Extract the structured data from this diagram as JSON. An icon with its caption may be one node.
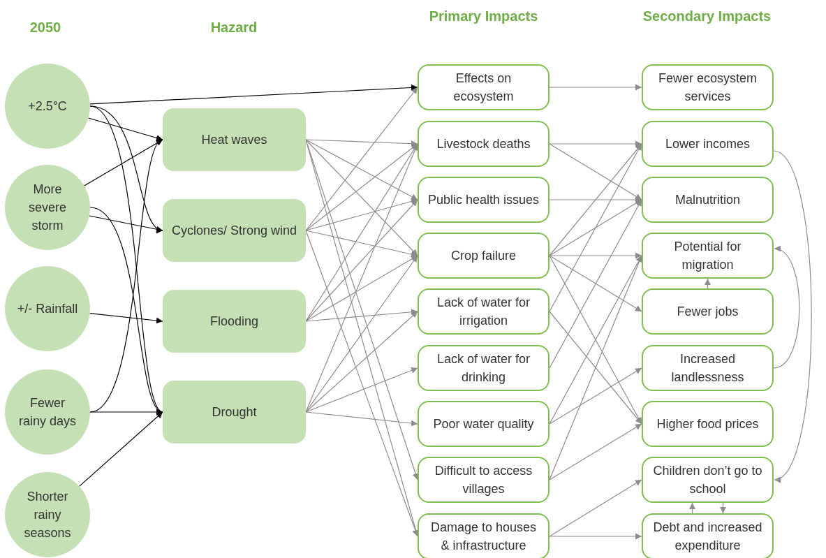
{
  "diagram": {
    "nodes": [
      {
        "text": [
          "+2.5°C"
        ]
      },
      {
        "text": [
          "More severe storm"
        ]
      },
      {
        "text": [
          "+/- Rainfall"
        ]
      },
      {
        "text": [
          "Fewer rainy days"
        ]
      },
      {
        "text": [
          "Shorter rainy seasons"
        ]
      },
      {
        "text": [
          "Heat waves"
        ]
      },
      {
        "text": [
          "Cyclones/ Strong wind"
        ]
      },
      {
        "text": [
          "Flooding"
        ]
      },
      {
        "text": [
          "Drought"
        ]
      },
      {
        "text": [
          "Effects on ecosystem"
        ]
      },
      {
        "text": [
          "Livestock deaths"
        ]
      },
      {
        "text": [
          "Public health issues"
        ]
      },
      {
        "text": [
          "Crop failure"
        ]
      },
      {
        "text": [
          "Lack of water for irrigation"
        ]
      },
      {
        "text": [
          "Lack of water for drinking"
        ]
      },
      {
        "text": [
          "Poor water quality"
        ]
      },
      {
        "text": [
          "Difficult to access villages"
        ]
      },
      {
        "text": [
          "Damage to houses & infrastructure"
        ]
      },
      {
        "text": [
          "Fewer ecosystem services"
        ]
      },
      {
        "text": [
          "Lower incomes"
        ]
      },
      {
        "text": [
          "Malnutrition"
        ]
      },
      {
        "text": [
          "Potential for migration"
        ]
      },
      {
        "text": [
          "Fewer jobs"
        ]
      },
      {
        "text": [
          "Increased landlessness"
        ]
      },
      {
        "text": [
          "Higher food prices"
        ]
      },
      {
        "text": [
          "Children don’t go to school"
        ]
      },
      {
        "text": [
          "Debt and increased expenditure"
        ]
      }
    ],
    "edges": [
      {
        "from": 0,
        "to": 9,
        "arrow": "to",
        "color": "#000000"
      },
      {
        "from": 0,
        "to": 5,
        "arrow": "to",
        "color": "#000000"
      },
      {
        "from": 0,
        "to": 6,
        "arrow": "to",
        "color": "#000000"
      },
      {
        "from": 0,
        "to": 8,
        "arrow": "to",
        "color": "#000000"
      },
      {
        "from": 1,
        "to": 5,
        "arrow": "to",
        "color": "#000000"
      },
      {
        "from": 1,
        "to": 6,
        "arrow": "to",
        "color": "#000000"
      },
      {
        "from": 1,
        "to": 8,
        "arrow": "to",
        "color": "#000000"
      },
      {
        "from": 2,
        "to": 7,
        "arrow": "to",
        "color": "#000000"
      },
      {
        "from": 3,
        "to": 8,
        "arrow": "to",
        "color": "#000000"
      },
      {
        "from": 3,
        "to": 5,
        "arrow": "to",
        "color": "#000000"
      },
      {
        "from": 4,
        "to": 8,
        "arrow": "to",
        "color": "#000000"
      },
      {
        "from": 5,
        "to": 10,
        "arrow": "to"
      },
      {
        "from": 5,
        "to": 11,
        "arrow": "to"
      },
      {
        "from": 5,
        "to": 12,
        "arrow": "to"
      },
      {
        "from": 5,
        "to": 16,
        "arrow": "to"
      },
      {
        "from": 5,
        "to": 17,
        "arrow": "to"
      },
      {
        "from": 6,
        "to": 9,
        "arrow": "to"
      },
      {
        "from": 6,
        "to": 10,
        "arrow": "to"
      },
      {
        "from": 6,
        "to": 11,
        "arrow": "to"
      },
      {
        "from": 6,
        "to": 12,
        "arrow": "to"
      },
      {
        "from": 6,
        "to": 17,
        "arrow": "to"
      },
      {
        "from": 7,
        "to": 10,
        "arrow": "to"
      },
      {
        "from": 7,
        "to": 11,
        "arrow": "to"
      },
      {
        "from": 7,
        "to": 12,
        "arrow": "to"
      },
      {
        "from": 7,
        "to": 13,
        "arrow": "to"
      },
      {
        "from": 8,
        "to": 10,
        "arrow": "to"
      },
      {
        "from": 8,
        "to": 12,
        "arrow": "to"
      },
      {
        "from": 8,
        "to": 13,
        "arrow": "to"
      },
      {
        "from": 8,
        "to": 14,
        "arrow": "to"
      },
      {
        "from": 8,
        "to": 15,
        "arrow": "to"
      },
      {
        "from": 9,
        "to": 18,
        "arrow": "to"
      },
      {
        "from": 10,
        "to": 19,
        "arrow": "to"
      },
      {
        "from": 10,
        "to": 20,
        "arrow": "to"
      },
      {
        "from": 11,
        "to": 20,
        "arrow": "to"
      },
      {
        "from": 12,
        "to": 19,
        "arrow": "to"
      },
      {
        "from": 12,
        "to": 20,
        "arrow": "to"
      },
      {
        "from": 12,
        "to": 21,
        "arrow": "to"
      },
      {
        "from": 12,
        "to": 22,
        "arrow": "to"
      },
      {
        "from": 12,
        "to": 24,
        "arrow": "to"
      },
      {
        "from": 13,
        "to": 19,
        "arrow": "to"
      },
      {
        "from": 13,
        "to": 24,
        "arrow": "to"
      },
      {
        "from": 14,
        "to": 20,
        "arrow": "to"
      },
      {
        "from": 15,
        "to": 21,
        "arrow": "to"
      },
      {
        "from": 15,
        "to": 23,
        "arrow": "to"
      },
      {
        "from": 16,
        "to": 21,
        "arrow": "to"
      },
      {
        "from": 16,
        "to": 24,
        "arrow": "to"
      },
      {
        "from": 17,
        "to": 25,
        "arrow": "to"
      },
      {
        "from": 17,
        "to": 26,
        "arrow": "to"
      },
      {
        "from": 22,
        "to": 21,
        "arrow": "to"
      },
      {
        "from": 23,
        "to": 21,
        "arrow": "to"
      },
      {
        "from": 19,
        "to": 25,
        "arrow": "to"
      },
      {
        "from": 26,
        "to": 25,
        "arrow": "to"
      },
      {
        "from": 25,
        "to": 26,
        "arrow": "to"
      }
    ],
    "labels": [
      "2050",
      "Hazard",
      "Primary Impacts",
      "Secondary Impacts"
    ]
  }
}
